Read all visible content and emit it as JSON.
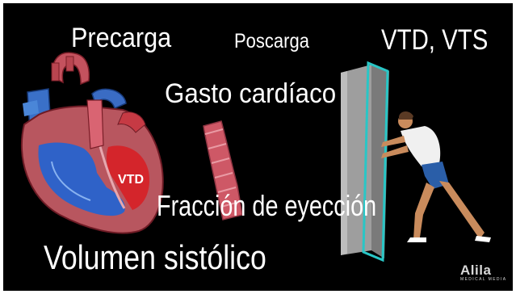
{
  "labels": {
    "precarga": "Precarga",
    "poscarga": "Poscarga",
    "vtd_vts": "VTD, VTS",
    "gasto_cardiaco": "Gasto cardíaco",
    "fraccion_eyeccion": "Fracción de eyección",
    "volumen_sistolico": "Volumen sistólico",
    "heart_vtd": "VTD"
  },
  "logo": {
    "brand": "Alila",
    "subtitle": "MEDICAL MEDIA"
  },
  "colors": {
    "background": "#000000",
    "text": "#ffffff",
    "heart_muscle": "#b8565f",
    "oxygenated": "#d4252b",
    "deoxygenated": "#2f62c8",
    "vessel": "#ce5866",
    "wall": "#a2a2a2",
    "door_outline": "#29c6c6",
    "shirt": "#f0f0f0",
    "shorts": "#2a5ea8",
    "skin": "#c98b5c"
  },
  "illustrations": {
    "heart": "heart-cross-section-icon",
    "vessel": "blood-vessel-segment-icon",
    "wall": "wall-and-door-icon",
    "person": "person-pushing-icon"
  }
}
